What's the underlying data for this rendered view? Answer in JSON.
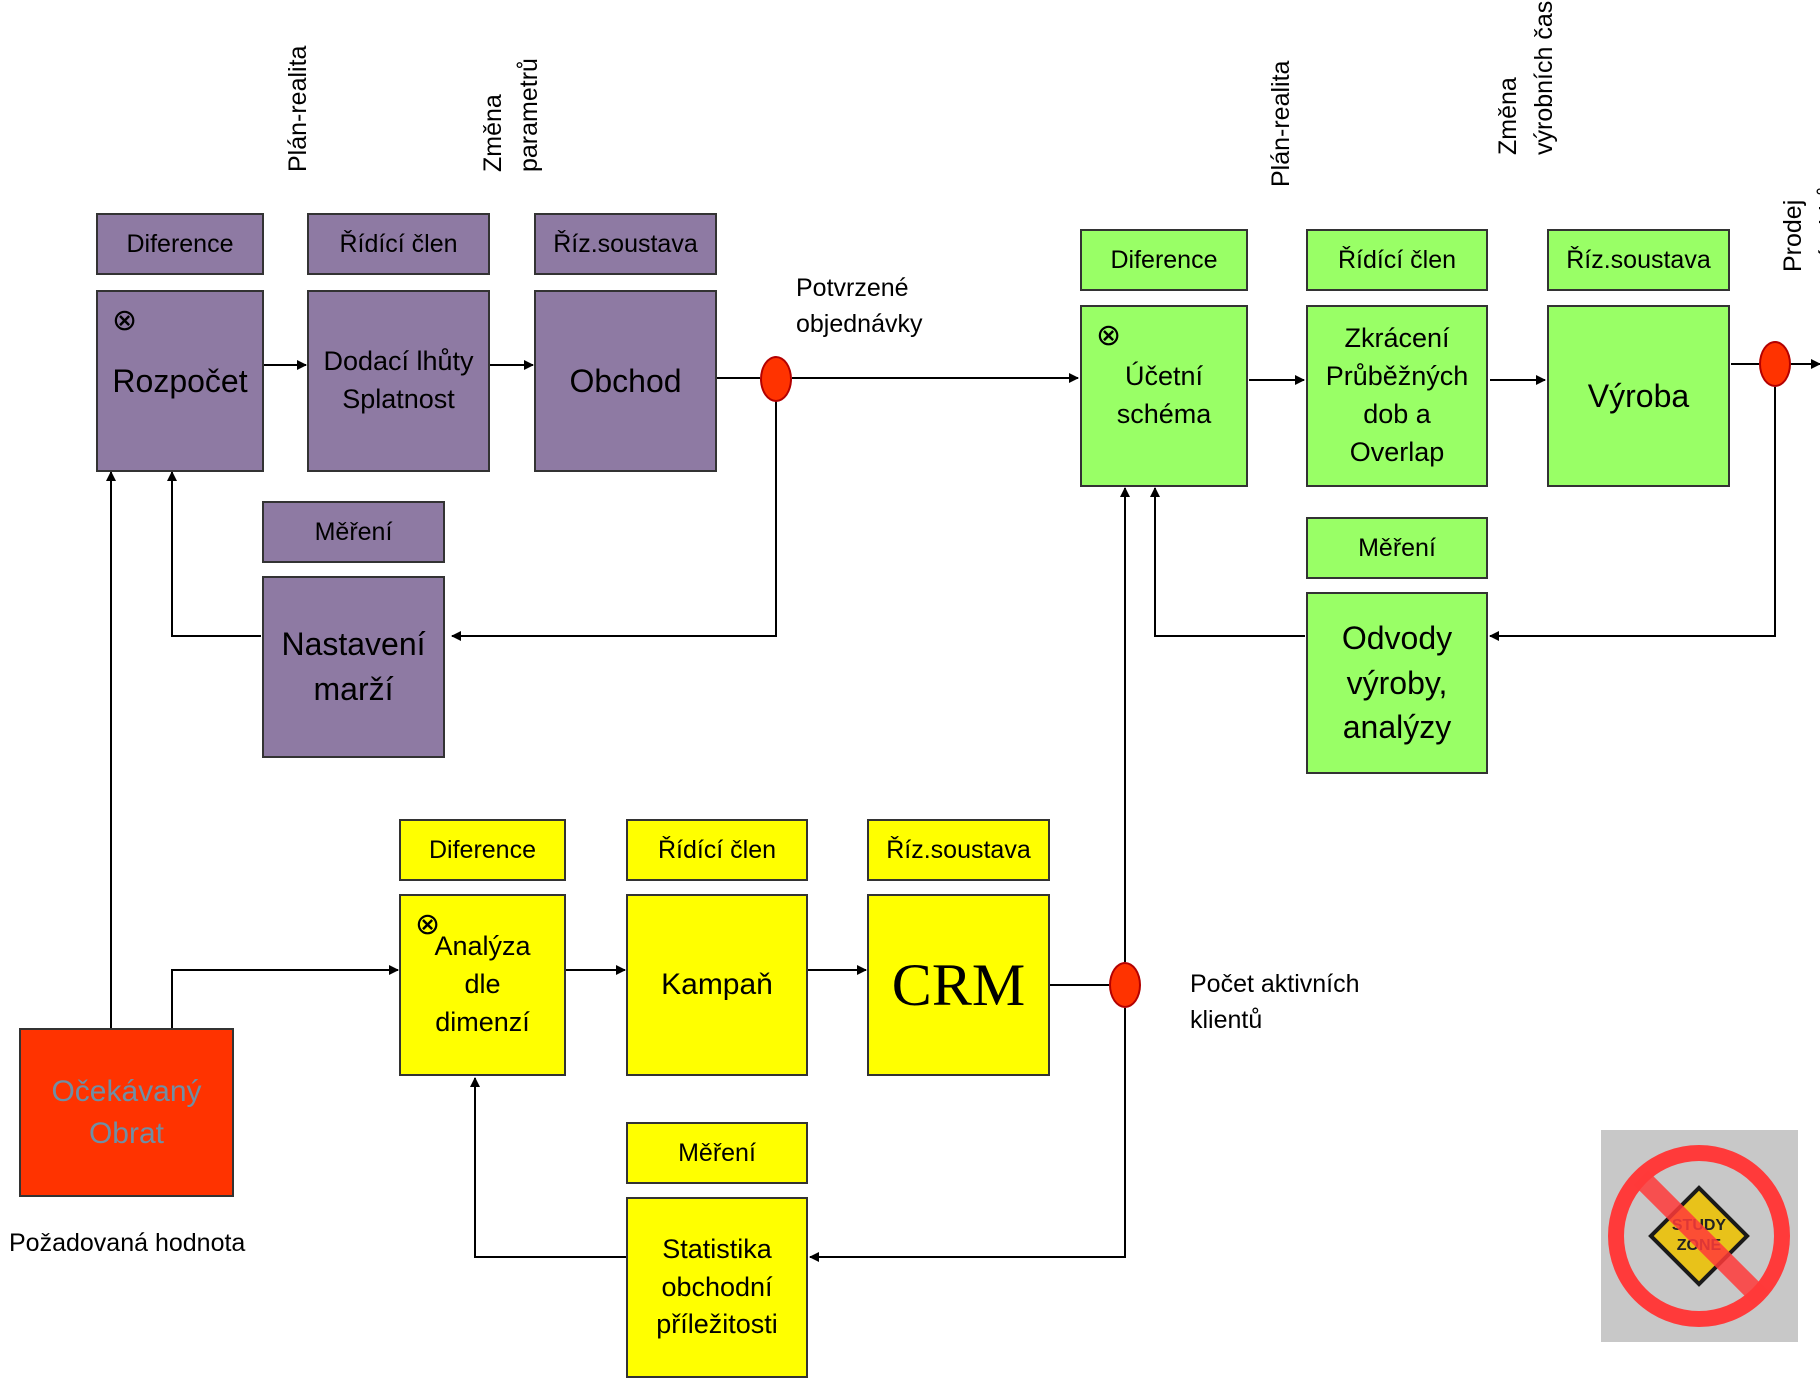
{
  "top_left": {
    "labels": {
      "diference": "Diference",
      "ridici_clen": "Řídící člen",
      "riz_soustava": "Říz.soustava",
      "mereni": "Měření"
    },
    "rozpocet": "Rozpočet",
    "dodaci": "Dodací lhůty\nSplatnost",
    "obchod": "Obchod",
    "nastaveni": "Nastavení\nmarží",
    "vertical_plan": "Plán-realita",
    "vertical_zmena": "Změna\nparametrů",
    "potvrzene": "Potvrzené\nobjednávky"
  },
  "top_right": {
    "labels": {
      "diference": "Diference",
      "ridici_clen": "Řídící člen",
      "riz_soustava": "Říz.soustava",
      "mereni": "Měření"
    },
    "ucetni": "Účetní\nschéma",
    "zkraceni": "Zkrácení\nPrůběžných\ndob a\nOverlap",
    "vyroba": "Výroba",
    "odvody": "Odvody\nvýroby,\nanalýzy",
    "vertical_plan": "Plán-realita",
    "vertical_zmena": "Změna\nvýrobních časů",
    "vertical_prodej": "Prodej  výrobků"
  },
  "bottom": {
    "labels": {
      "diference": "Diference",
      "ridici_clen": "Řídící člen",
      "riz_soustava": "Říz.soustava",
      "mereni": "Měření"
    },
    "analyza": "Analýza\ndle\ndimenzí",
    "kampan": "Kampaň",
    "crm": "CRM",
    "statistika": "Statistika\nobchodní\npříležitosti",
    "pocet": "Počet aktivních\nklientů"
  },
  "source": {
    "ocekavany": "Očekávaný\nObrat",
    "pozadovana": "Požadovaná hodnota"
  },
  "symbols": {
    "summing": "⊗"
  },
  "logo": {
    "text_line1": "STUDY",
    "text_line2": "ZONE"
  },
  "colors": {
    "purple": "#8e7aa3",
    "green": "#99ff66",
    "yellow": "#ffff00",
    "red": "#ff3300"
  }
}
